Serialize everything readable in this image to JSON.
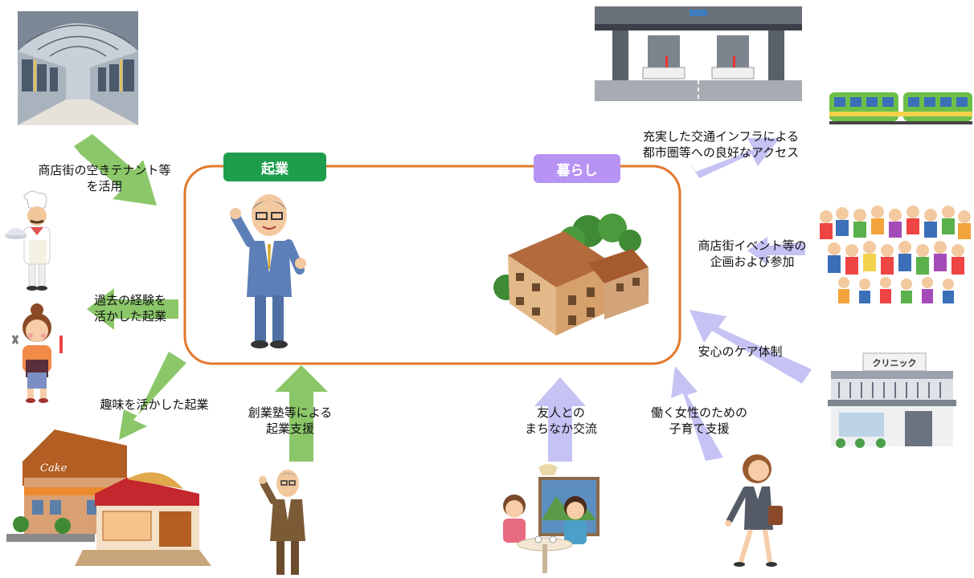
{
  "tags": {
    "left": "起業",
    "right": "暮らし"
  },
  "labels": {
    "vacant_tenant": [
      "商店街の空きテナント等",
      "を活用"
    ],
    "past_experience": [
      "過去の経験を",
      "活かした起業"
    ],
    "hobby": [
      "趣味を活かした起業"
    ],
    "startup_school": [
      "創業塾等による",
      "起業支援"
    ],
    "friends": [
      "友人との",
      "まちなか交流"
    ],
    "transport": [
      "充実した交通インフラによる",
      "都市圏等への良好なアクセス"
    ],
    "event": [
      "商店街イベント等の",
      "企画および参加"
    ],
    "care": [
      "安心のケア体制"
    ],
    "childcare": [
      "働く女性のための",
      "子育て支援"
    ],
    "clinic_sign": "クリニック",
    "cake_sign": "Cake"
  },
  "colors": {
    "frame": "#e3782c",
    "tag_left": "#1e9e4c",
    "tag_right": "#b794f4",
    "arrow_green": "#8bc769",
    "arrow_purple": "#c5c2f4"
  }
}
